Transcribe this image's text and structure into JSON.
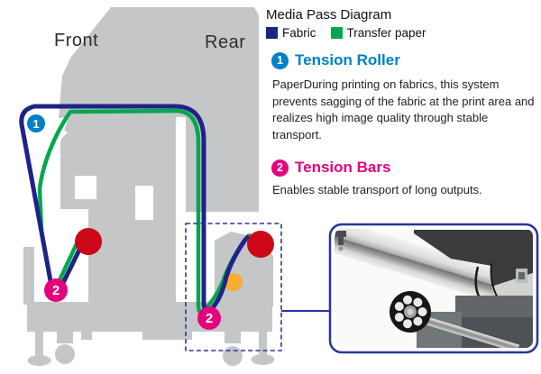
{
  "diagram": {
    "front_label": "Front",
    "rear_label": "Rear",
    "marker1": "1",
    "marker2_front": "2",
    "marker2_rear": "2"
  },
  "panel": {
    "title": "Media Pass Diagram",
    "legend": [
      {
        "label": "Fabric",
        "color": "#1e2487"
      },
      {
        "label": "Transfer paper",
        "color": "#00a84d"
      }
    ],
    "sections": [
      {
        "number": "1",
        "heading": "Tension Roller",
        "color": "#0080c6",
        "body": "PaperDuring printing on fabrics, this system prevents sagging of the fabric at the print area and realizes high image quality through stable transport."
      },
      {
        "number": "2",
        "heading": "Tension Bars",
        "color": "#e4007f",
        "body": "Enables stable transport of long outputs."
      }
    ]
  },
  "colors": {
    "fabric_path": "#1e2487",
    "transfer_path": "#00a84d",
    "machine_silhouette": "#c5c6c8",
    "media_roll": "#cc0717",
    "guide_roller": "#f7ac33",
    "callout_frame": "#28359b"
  }
}
